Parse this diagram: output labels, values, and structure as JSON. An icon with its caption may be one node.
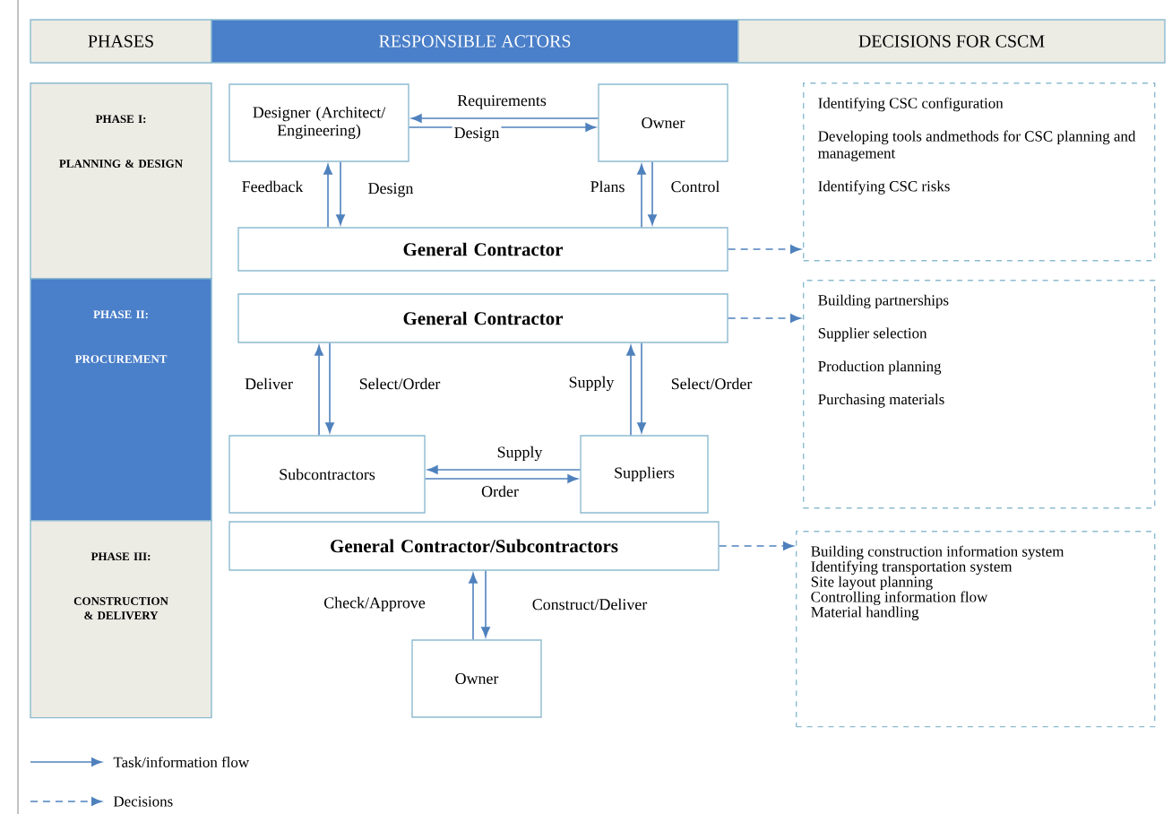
{
  "diagram": {
    "nodes": [
      {
        "text": [
          "PHASES"
        ]
      },
      {
        "text": [
          "RESPONSIBLE ACTORS"
        ]
      },
      {
        "text": [
          "DECISIONS FOR CSCM"
        ]
      },
      {
        "text": [
          "PHASE I:",
          "PLANNING & DESIGN"
        ]
      },
      {
        "text": [
          "PHASE II:",
          "PROCUREMENT"
        ]
      },
      {
        "text": [
          "PHASE III:",
          "CONSTRUCTION & DELIVERY"
        ]
      },
      {
        "text": [
          "Designer (Architect/ Engineering)"
        ]
      },
      {
        "text": [
          "Owner"
        ]
      },
      {
        "text": [
          "General Contractor"
        ]
      },
      {
        "text": [
          "Identifying CSC configuration",
          "Developing tools andmethods for CSC planning and management",
          "Identifying CSC risks"
        ]
      },
      {
        "text": [
          "General Contractor"
        ]
      },
      {
        "text": [
          "Subcontractors"
        ]
      },
      {
        "text": [
          "Suppliers"
        ]
      },
      {
        "text": [
          "Building partnerships",
          "Supplier selection",
          "Production planning",
          "Purchasing materials"
        ]
      },
      {
        "text": [
          "General Contractor/Subcontractors"
        ]
      },
      {
        "text": [
          "Owner"
        ]
      },
      {
        "text": [
          "Building construction information system",
          "Identifying transportation system",
          "Site layout planning",
          "Controlling information flow",
          "Material handling"
        ]
      }
    ],
    "edges": [
      {
        "from": 7,
        "to": 6,
        "arrow": "to",
        "label": "Requirements"
      },
      {
        "from": 6,
        "to": 7,
        "arrow": "to",
        "label": "Design"
      },
      {
        "from": 8,
        "to": 6,
        "arrow": "to",
        "label": "Feedback"
      },
      {
        "from": 6,
        "to": 8,
        "arrow": "to",
        "label": "Design"
      },
      {
        "from": 8,
        "to": 7,
        "arrow": "to",
        "label": "Plans"
      },
      {
        "from": 7,
        "to": 8,
        "arrow": "to",
        "label": "Control"
      },
      {
        "from": 8,
        "to": 9,
        "arrow": "to",
        "style": "dashed"
      },
      {
        "from": 11,
        "to": 10,
        "arrow": "to",
        "label": "Deliver"
      },
      {
        "from": 10,
        "to": 11,
        "arrow": "to",
        "label": "Select/Order"
      },
      {
        "from": 12,
        "to": 10,
        "arrow": "to",
        "label": "Supply"
      },
      {
        "from": 10,
        "to": 12,
        "arrow": "to",
        "label": "Select/Order"
      },
      {
        "from": 12,
        "to": 11,
        "arrow": "to",
        "label": "Supply"
      },
      {
        "from": 11,
        "to": 12,
        "arrow": "to",
        "label": "Order"
      },
      {
        "from": 10,
        "to": 13,
        "arrow": "to",
        "style": "dashed"
      },
      {
        "from": 14,
        "to": 16,
        "arrow": "to",
        "style": "dashed"
      },
      {
        "from": 15,
        "to": 14,
        "arrow": "to",
        "label": "Check/Approve"
      },
      {
        "from": 14,
        "to": 15,
        "arrow": "to",
        "label": "Construct/Deliver"
      }
    ],
    "legend": [
      {
        "text": "Task/information flow"
      },
      {
        "text": "Decisions"
      }
    ]
  }
}
